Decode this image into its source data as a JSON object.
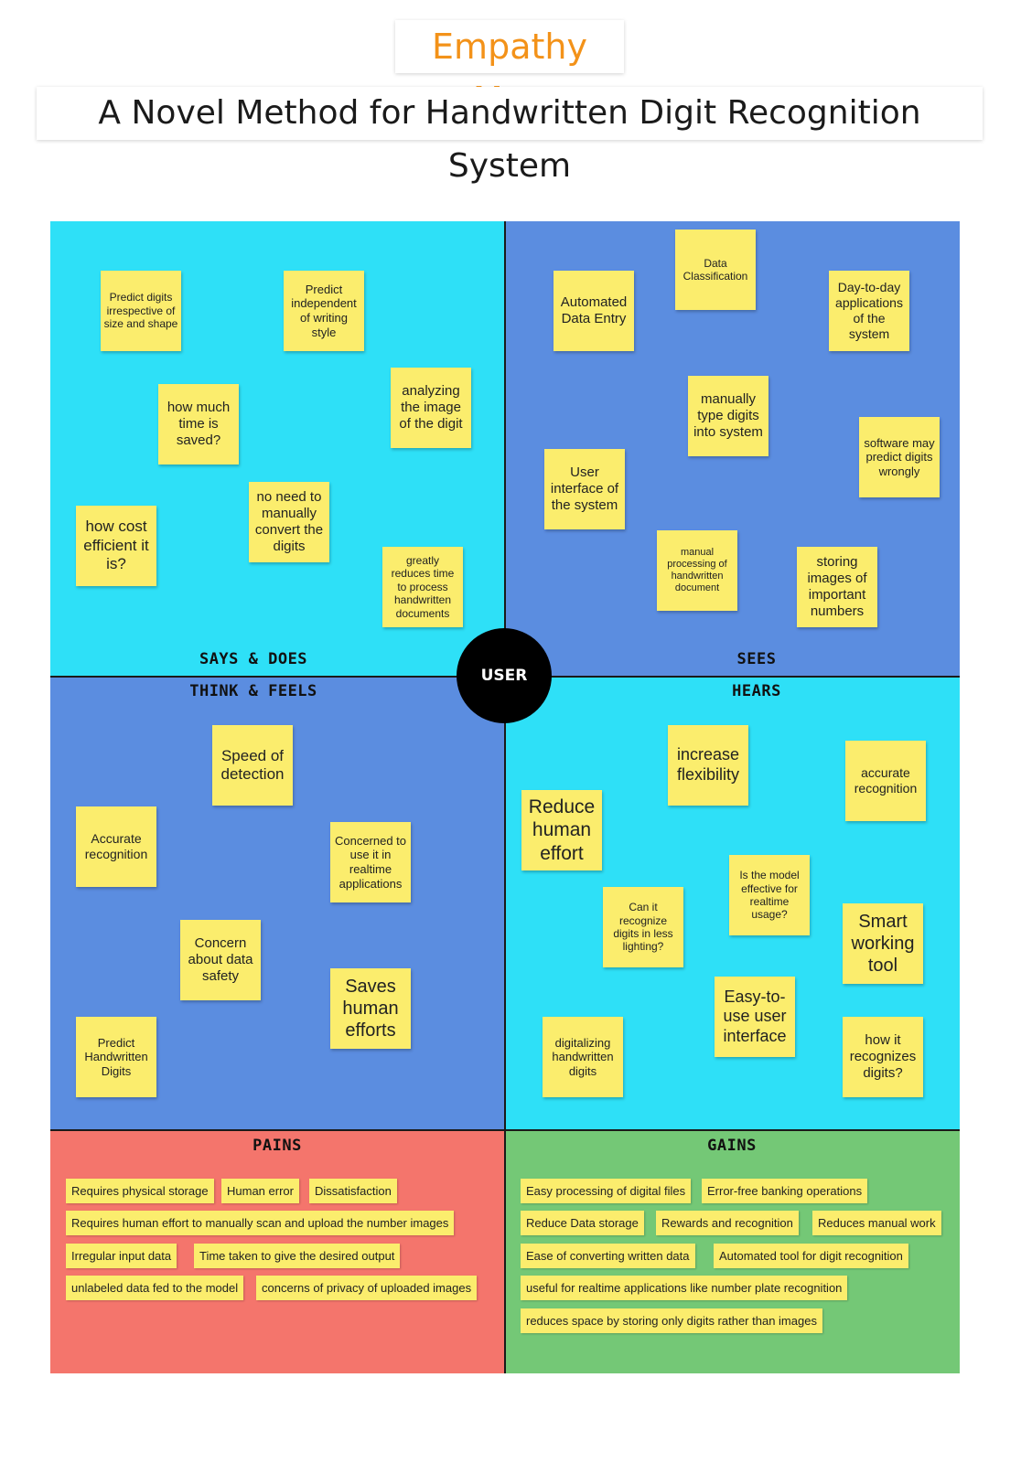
{
  "title": "Empathy Map",
  "subtitle": "A Novel Method for Handwritten Digit Recognition System",
  "center_label": "USER",
  "quadrants": {
    "says_does": "SAYS & DOES",
    "sees": "SEES",
    "think_feels": "THINK & FEELS",
    "hears": "HEARS",
    "pains": "PAINS",
    "gains": "GAINS"
  },
  "says_does_notes": [
    "Predict digits irrespective of size and shape",
    "Predict independent of writing style",
    "how much time is saved?",
    "analyzing the image of the digit",
    "no need to manually convert the digits",
    "how cost efficient it is?",
    "greatly reduces time to process handwritten documents"
  ],
  "sees_notes": [
    "Data Classification",
    "Automated Data Entry",
    "Day-to-day applications of the system",
    "manually type digits into system",
    "software may predict digits wrongly",
    "User interface of the system",
    "manual processing of handwritten document",
    "storing images of important numbers"
  ],
  "think_feels_notes": [
    "Speed of detection",
    "Accurate recognition",
    "Concerned to use it in realtime applications",
    "Concern about data safety",
    "Saves human efforts",
    "Predict Handwritten Digits"
  ],
  "hears_notes": [
    "increase flexibility",
    "accurate recognition",
    "Reduce human effort",
    "Is the model effective for realtime usage?",
    "Can it recognize digits in less lighting?",
    "Smart working tool",
    "Easy-to-use user interface",
    "digitalizing handwritten digits",
    "how it recognizes digits?"
  ],
  "pains_tags": [
    "Requires physical storage",
    "Human error",
    "Dissatisfaction",
    "Requires human effort to manually scan and upload the number images",
    "Irregular input data",
    "Time taken to give the desired output",
    "unlabeled data fed to the model",
    "concerns of privacy of uploaded images"
  ],
  "gains_tags": [
    "Easy processing of digital files",
    "Error-free banking operations",
    "Reduce Data storage",
    "Rewards and recognition",
    "Reduces manual work",
    "Ease of converting written data",
    "Automated tool for digit recognition",
    "useful for realtime applications like number plate recognition",
    "reduces space by storing only digits rather than images"
  ],
  "colors": {
    "title_orange": "#f39219",
    "cyan": "#2ee0f7",
    "blue": "#5b8de0",
    "red": "#f4756c",
    "green": "#74c876",
    "sticky_yellow": "#fbed6d"
  }
}
